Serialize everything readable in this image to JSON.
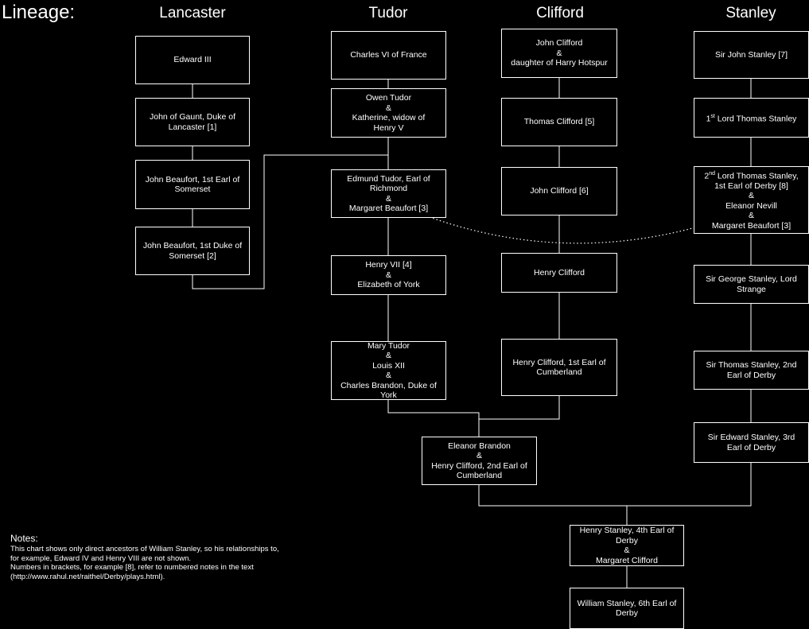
{
  "title": "Lineage:",
  "columns": {
    "lancaster": "Lancaster",
    "tudor": "Tudor",
    "clifford": "Clifford",
    "stanley": "Stanley"
  },
  "nodes": {
    "edward_iii": [
      "Edward III"
    ],
    "john_of_gaunt": [
      "John of Gaunt, Duke of",
      "Lancaster [1]"
    ],
    "john_beaufort_earl": [
      "John Beaufort, 1st Earl of",
      "Somerset"
    ],
    "john_beaufort_duke": [
      "John Beaufort, 1st Duke of",
      "Somerset [2]"
    ],
    "charles_vi": [
      "Charles VI of France"
    ],
    "owen_tudor": [
      "Owen Tudor",
      "&",
      "Katherine, widow of",
      "Henry V"
    ],
    "edmund_tudor": [
      "Edmund Tudor, Earl of",
      "Richmond",
      "&",
      "Margaret Beaufort [3]"
    ],
    "henry_vii": [
      "Henry VII [4]",
      "&",
      "Elizabeth of York"
    ],
    "mary_tudor": [
      "Mary Tudor",
      "&",
      "Louis XII",
      "&",
      "Charles Brandon, Duke of",
      "York"
    ],
    "john_clifford_1": [
      "John Clifford",
      "&",
      "daughter of Harry Hotspur"
    ],
    "thomas_clifford": [
      "Thomas Clifford [5]"
    ],
    "john_clifford_6": [
      "John Clifford [6]"
    ],
    "henry_clifford": [
      "Henry Clifford"
    ],
    "henry_clifford_1st": [
      "Henry Clifford, 1st Earl of",
      "Cumberland"
    ],
    "eleanor_brandon": [
      "Eleanor Brandon",
      "&",
      "Henry Clifford, 2nd Earl of",
      "Cumberland"
    ],
    "sir_john_stanley": [
      "Sir John Stanley [7]"
    ],
    "lord_thomas_stanley_1": {
      "prefix": "1",
      "sup": "st",
      "suffix": " Lord Thomas Stanley"
    },
    "lord_thomas_stanley_2": {
      "line1_prefix": "2",
      "line1_sup": "nd",
      "line1_suffix": " Lord Thomas Stanley,",
      "rest": [
        "1st Earl of Derby [8]",
        "&",
        "Eleanor Nevill",
        "&",
        "Margaret Beaufort [3]"
      ]
    },
    "sir_george_stanley": [
      "Sir George Stanley, Lord",
      "Strange"
    ],
    "sir_thomas_stanley": [
      "Sir Thomas Stanley, 2nd",
      "Earl of Derby"
    ],
    "sir_edward_stanley": [
      "Sir Edward Stanley, 3rd",
      "Earl of Derby"
    ],
    "henry_stanley": [
      "Henry Stanley, 4th Earl of",
      "Derby",
      "&",
      "Margaret Clifford"
    ],
    "william_stanley": [
      "William Stanley, 6th Earl of",
      "Derby"
    ]
  },
  "notes": {
    "title": "Notes:",
    "paragraphs": [
      "This chart shows only direct ancestors of William Stanley, so his relationships to, for example, Edward IV and Henry VIII are not shown.",
      "Numbers in brackets, for example [8], refer to numbered notes in the text (http://www.rahul.net/raithel/Derby/plays.html)."
    ]
  },
  "colors": {
    "background": "#000000",
    "foreground": "#ffffff"
  }
}
